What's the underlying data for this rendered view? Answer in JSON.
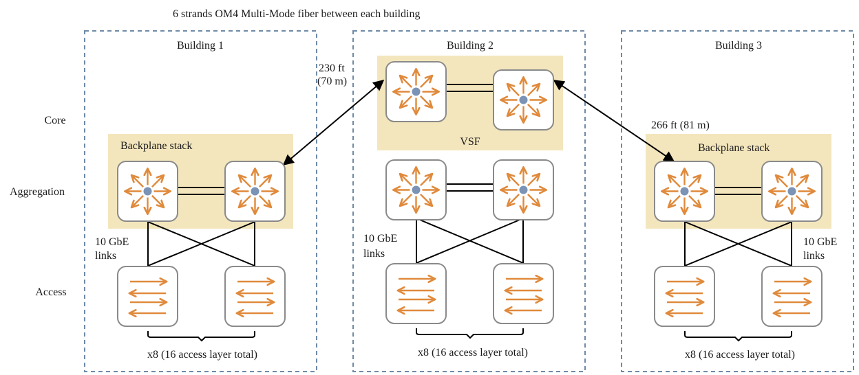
{
  "title": "6 strands OM4 Multi-Mode fiber between each building",
  "layers": {
    "core": "Core",
    "aggregation": "Aggregation",
    "access": "Access"
  },
  "buildings": [
    {
      "name": "Building 1",
      "stack_label": "Backplane stack",
      "links_label_line1": "10 GbE",
      "links_label_line2": "links",
      "access_total": "x8 (16 access layer total)"
    },
    {
      "name": "Building 2",
      "core_label": "VSF",
      "links_label_line1": "10 GbE",
      "links_label_line2": "links",
      "access_total": "x8 (16 access layer total)"
    },
    {
      "name": "Building 3",
      "stack_label": "Backplane stack",
      "links_label_line1": "10 GbE",
      "links_label_line2": "links",
      "access_total": "x8 (16 access layer total)"
    }
  ],
  "distances": {
    "b1_b2_line1": "230 ft",
    "b1_b2_line2": "(70 m)",
    "b2_b3": "266 ft (81 m)"
  },
  "colors": {
    "highlight": "#f3e6bd",
    "icon_orange": "#e08a3c",
    "icon_dot": "#7b93b5",
    "dash_border": "#6f8aa6",
    "box_stroke": "#8a8a8a"
  }
}
